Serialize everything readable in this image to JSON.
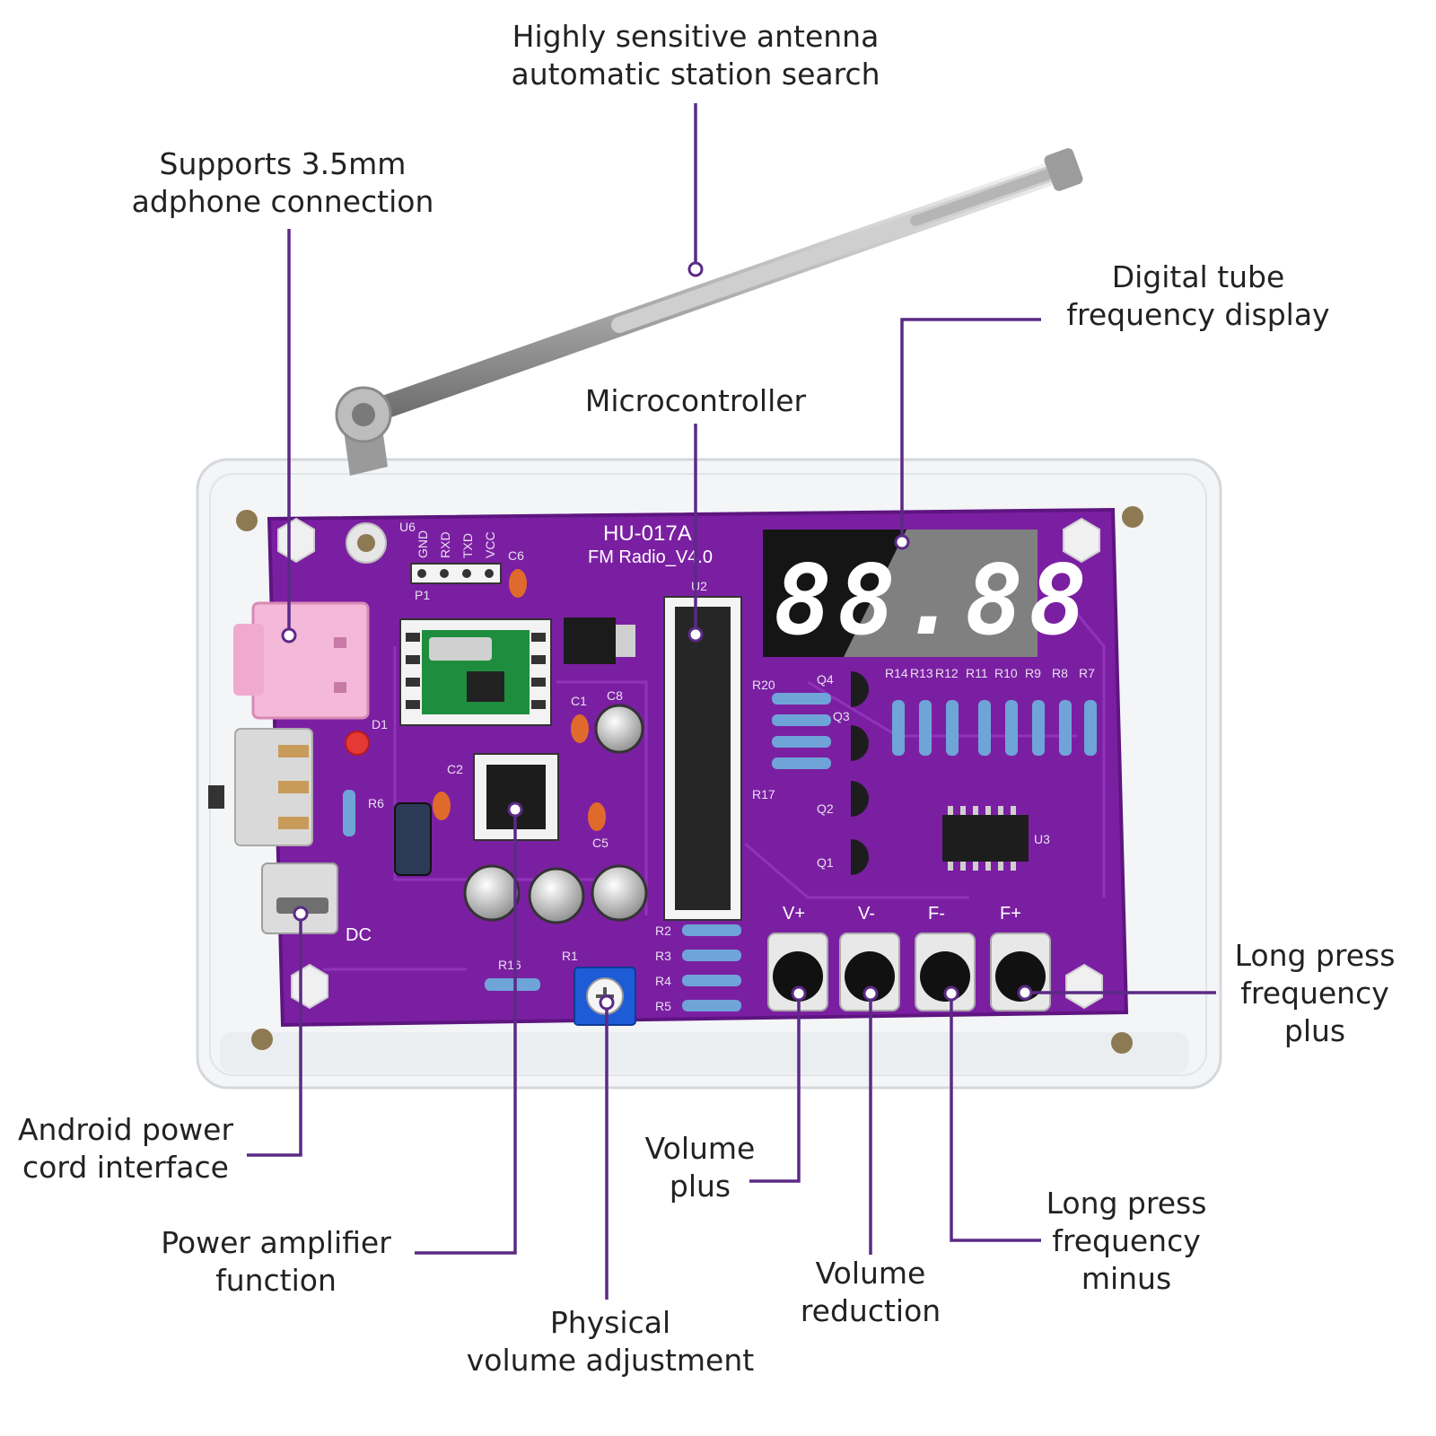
{
  "colors": {
    "leader": "#5b2a86",
    "pcb": "#7b1fa2",
    "pcb_dark": "#5e1580",
    "acrylic": "#eef1f4",
    "display_on": "#ffffff",
    "display_bg": "#111111"
  },
  "board": {
    "model": "HU-017A",
    "name": "FM Radio_V4.0",
    "display_digits": "88.88",
    "button_labels": [
      "V+",
      "V-",
      "F-",
      "F+"
    ],
    "port_label": "DC",
    "header_label": "U6",
    "header_pins": [
      "GND",
      "RXD",
      "TXD",
      "VCC"
    ],
    "header_name": "P1",
    "chip_labels": [
      "U2",
      "U3",
      "Q1",
      "Q2",
      "Q3",
      "Q4",
      "C1",
      "C2",
      "C5",
      "C6",
      "C8",
      "D1",
      "R1",
      "R6",
      "R16",
      "R17",
      "R20"
    ],
    "resistor_row_labels": [
      "R14",
      "R13",
      "R12",
      "R11",
      "R10",
      "R9",
      "R8",
      "R7"
    ],
    "resistor_col_labels": [
      "R2",
      "R3",
      "R4",
      "R5"
    ]
  },
  "callouts": {
    "antenna": [
      "Highly sensitive antenna",
      "automatic station search"
    ],
    "headphone": [
      "Supports 3.5mm",
      "adphone connection"
    ],
    "display": [
      "Digital tube",
      "frequency display"
    ],
    "mcu": [
      "Microcontroller"
    ],
    "freq_plus": [
      "Long press",
      "frequency",
      "plus"
    ],
    "android_power": [
      "Android power",
      "cord interface"
    ],
    "volume_plus": [
      "Volume",
      "plus"
    ],
    "freq_minus": [
      "Long press",
      "frequency",
      "minus"
    ],
    "power_amp": [
      "Power amplifier",
      "function"
    ],
    "volume_reduction": [
      "Volume",
      "reduction"
    ],
    "physical_volume": [
      "Physical",
      "volume adjustment"
    ]
  }
}
